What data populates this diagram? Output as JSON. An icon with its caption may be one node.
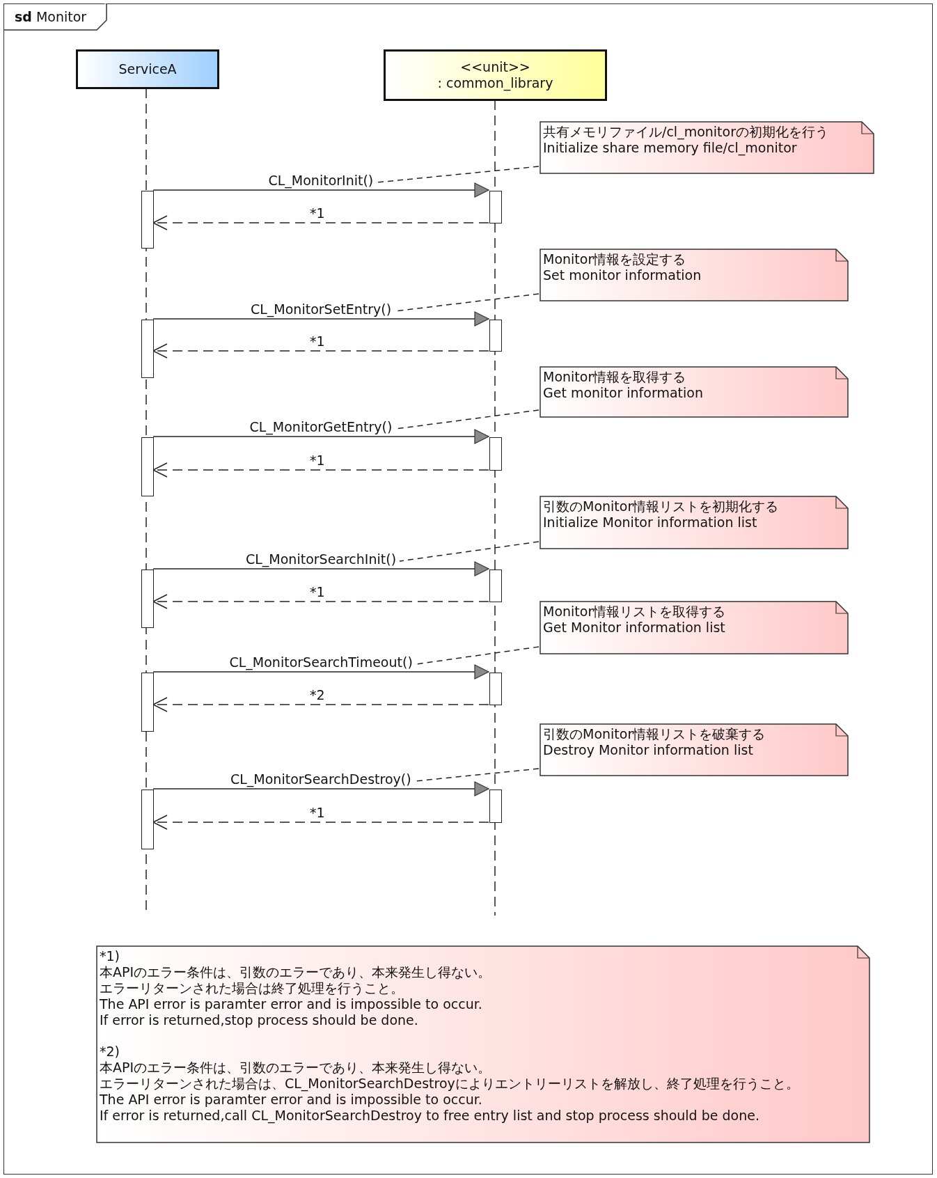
{
  "diagram": {
    "nodes": [
      {
        "text": [
          "**sd** Monitor"
        ]
      },
      {
        "text": [
          "ServiceA"
        ],
        "in": 0
      },
      {
        "text": [
          "<<unit>>",
          ": common_library"
        ],
        "in": 0
      },
      {
        "text": [
          "共有メモリファイル/cl_monitorの初期化を行う",
          "Initialize share memory file/cl_monitor"
        ],
        "in": 0
      },
      {
        "text": [],
        "shape": "bar",
        "in": 0
      },
      {
        "text": [],
        "shape": "bar",
        "in": 0
      },
      {
        "text": [
          "Monitor情報を設定する",
          "Set monitor information"
        ],
        "in": 0
      },
      {
        "text": [],
        "shape": "bar",
        "in": 0
      },
      {
        "text": [],
        "shape": "bar",
        "in": 0
      },
      {
        "text": [
          "Monitor情報を取得する",
          "Get monitor information"
        ],
        "in": 0
      },
      {
        "text": [],
        "shape": "bar",
        "in": 0
      },
      {
        "text": [],
        "shape": "bar",
        "in": 0
      },
      {
        "text": [
          "引数のMonitor情報リストを初期化する",
          "Initialize Monitor information list"
        ],
        "in": 0
      },
      {
        "text": [],
        "shape": "bar",
        "in": 0
      },
      {
        "text": [],
        "shape": "bar",
        "in": 0
      },
      {
        "text": [
          "Monitor情報リストを取得する",
          "Get Monitor information list"
        ],
        "in": 0
      },
      {
        "text": [],
        "shape": "bar",
        "in": 0
      },
      {
        "text": [],
        "shape": "bar",
        "in": 0
      },
      {
        "text": [
          "引数のMonitor情報リストを破棄する",
          "Destroy Monitor information list"
        ],
        "in": 0
      },
      {
        "text": [],
        "shape": "bar",
        "in": 0
      },
      {
        "text": [],
        "shape": "bar",
        "in": 0
      },
      {
        "text": [
          "*1)",
          "本APIのエラー条件は、引数のエラーであり、本来発生し得ない。",
          "エラーリターンされた場合は終了処理を行うこと。",
          "The API error is paramter error and is impossible to occur.",
          "If error is returned,stop process should be done.",
          "*2)",
          "本APIのエラー条件は、引数のエラーであり、本来発生し得ない。",
          "エラーリターンされた場合は、CL_MonitorSearchDestroyによりエントリーリストを解放し、終了処理を行うこと。",
          "The API error is paramter error and is impossible to occur.",
          "If error is returned,call CL_MonitorSearchDestroy to free entry list and stop process should be done."
        ],
        "in": 0
      }
    ],
    "edges": [
      {
        "from": 4,
        "to": 5,
        "arrow": "to",
        "label": "CL_MonitorInit()"
      },
      {
        "from": 5,
        "to": 4,
        "arrow": "to",
        "label": "*1",
        "style": "dashed"
      },
      {
        "from": 3,
        "to": null,
        "arrow": "none",
        "style": "dashed"
      },
      {
        "from": 7,
        "to": 8,
        "arrow": "to",
        "label": "CL_MonitorSetEntry()"
      },
      {
        "from": 8,
        "to": 7,
        "arrow": "to",
        "label": "*1",
        "style": "dashed"
      },
      {
        "from": 6,
        "to": null,
        "arrow": "none",
        "style": "dashed"
      },
      {
        "from": 10,
        "to": 11,
        "arrow": "to",
        "label": "CL_MonitorGetEntry()"
      },
      {
        "from": 11,
        "to": 10,
        "arrow": "to",
        "label": "*1",
        "style": "dashed"
      },
      {
        "from": 9,
        "to": null,
        "arrow": "none",
        "style": "dashed"
      },
      {
        "from": 13,
        "to": 14,
        "arrow": "to",
        "label": "CL_MonitorSearchInit()"
      },
      {
        "from": 14,
        "to": 13,
        "arrow": "to",
        "label": "*1",
        "style": "dashed"
      },
      {
        "from": 12,
        "to": null,
        "arrow": "none",
        "style": "dashed"
      },
      {
        "from": 16,
        "to": 17,
        "arrow": "to",
        "label": "CL_MonitorSearchTimeout()"
      },
      {
        "from": 17,
        "to": 16,
        "arrow": "to",
        "label": "*2",
        "style": "dashed"
      },
      {
        "from": 15,
        "to": null,
        "arrow": "none",
        "style": "dashed"
      },
      {
        "from": 19,
        "to": 20,
        "arrow": "to",
        "label": "CL_MonitorSearchDestroy()"
      },
      {
        "from": 20,
        "to": 19,
        "arrow": "to",
        "label": "*1",
        "style": "dashed"
      },
      {
        "from": 18,
        "to": null,
        "arrow": "none",
        "style": "dashed"
      }
    ]
  }
}
